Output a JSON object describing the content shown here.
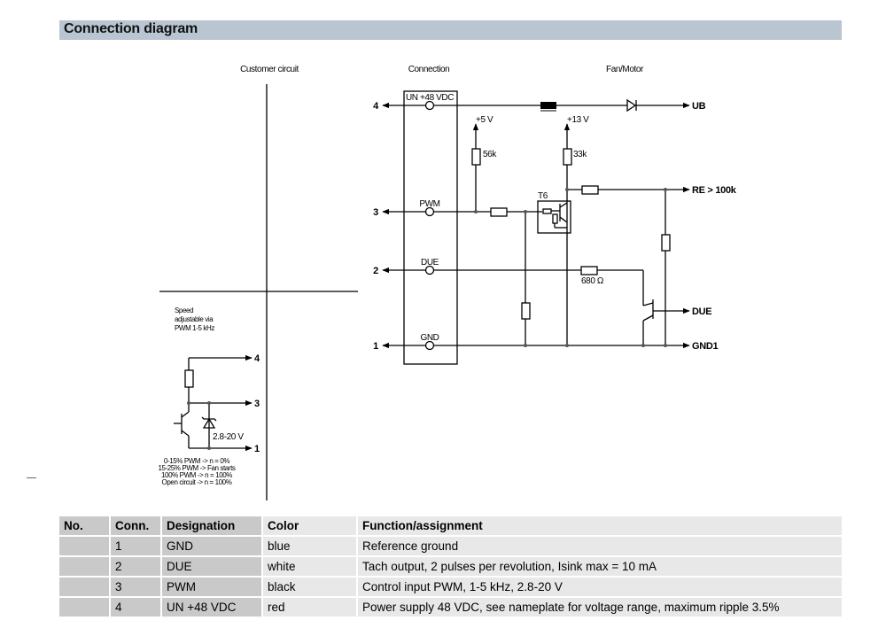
{
  "section": {
    "title": "Connection diagram"
  },
  "diagram": {
    "column_headers": {
      "customer": "Customer circuit",
      "connection": "Connection",
      "fan": "Fan/Motor"
    },
    "pins": [
      {
        "num": "4",
        "name": "UN +48 VDC"
      },
      {
        "num": "3",
        "name": "PWM"
      },
      {
        "num": "2",
        "name": "DUE"
      },
      {
        "num": "1",
        "name": "GND"
      }
    ],
    "supply_labels": {
      "v5": "+5 V",
      "v13": "+13 V"
    },
    "resistor_labels": {
      "r56k": "56k",
      "r33k": "33k",
      "r680": "680 Ω"
    },
    "transistor_label": "T6",
    "outputs": {
      "ub": "UB",
      "re": "RE > 100k",
      "due": "DUE",
      "gnd1": "GND1"
    },
    "customer_note": [
      "Speed",
      "adjustable via",
      "PWM 1-5 kHz"
    ],
    "customer_pins": [
      "4",
      "3",
      "1"
    ],
    "zener_label": "2.8-20 V",
    "pwm_notes": [
      "0-15% PWM -> n = 0%",
      "15-25% PWM -> Fan starts",
      "100% PWM -> n = 100%",
      "Open circuit -> n = 100%"
    ]
  },
  "table": {
    "headers": [
      "No.",
      "Conn.",
      "Designation",
      "Color",
      "Function/assignment"
    ],
    "rows": [
      {
        "no": "",
        "conn": "1",
        "designation": "GND",
        "color": "blue",
        "function": "Reference ground"
      },
      {
        "no": "",
        "conn": "2",
        "designation": "DUE",
        "color": "white",
        "function": "Tach output, 2 pulses per revolution, Isink max = 10 mA"
      },
      {
        "no": "",
        "conn": "3",
        "designation": "PWM",
        "color": "black",
        "function": "Control input PWM, 1-5 kHz, 2.8-20 V"
      },
      {
        "no": "",
        "conn": "4",
        "designation": "UN +48 VDC",
        "color": "red",
        "function": "Power supply 48 VDC, see nameplate for voltage range, maximum ripple 3.5%"
      }
    ]
  }
}
